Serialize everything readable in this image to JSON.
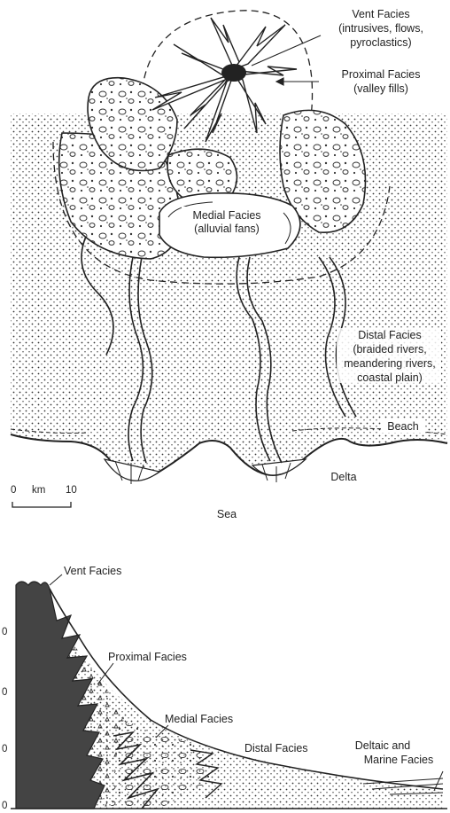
{
  "map_view": {
    "vent_label": "Vent Facies",
    "vent_sub_1": "(intrusives, flows,",
    "vent_sub_2": "pyroclastics)",
    "proximal_label": "Proximal Facies",
    "proximal_sub": "(valley fills)",
    "medial_label": "Medial Facies",
    "medial_sub": "(alluvial fans)",
    "distal_label": "Distal Facies",
    "distal_sub_1": "(braided rivers,",
    "distal_sub_2": "meandering rivers,",
    "distal_sub_3": "coastal plain)",
    "beach_label": "Beach",
    "delta_label": "Delta",
    "sea_label": "Sea",
    "scale_start": "0",
    "scale_unit": "km",
    "scale_end": "10"
  },
  "section_view": {
    "vent_label": "Vent Facies",
    "proximal_label": "Proximal Facies",
    "medial_label": "Medial Facies",
    "distal_label": "Distal Facies",
    "deltaic_label_1": "Deltaic and",
    "deltaic_label_2": "Marine Facies",
    "axis_ticks": [
      "0",
      "0",
      "0",
      "0"
    ]
  },
  "colors": {
    "ink": "#222222",
    "vent_fill": "#444444",
    "paper": "#ffffff"
  }
}
